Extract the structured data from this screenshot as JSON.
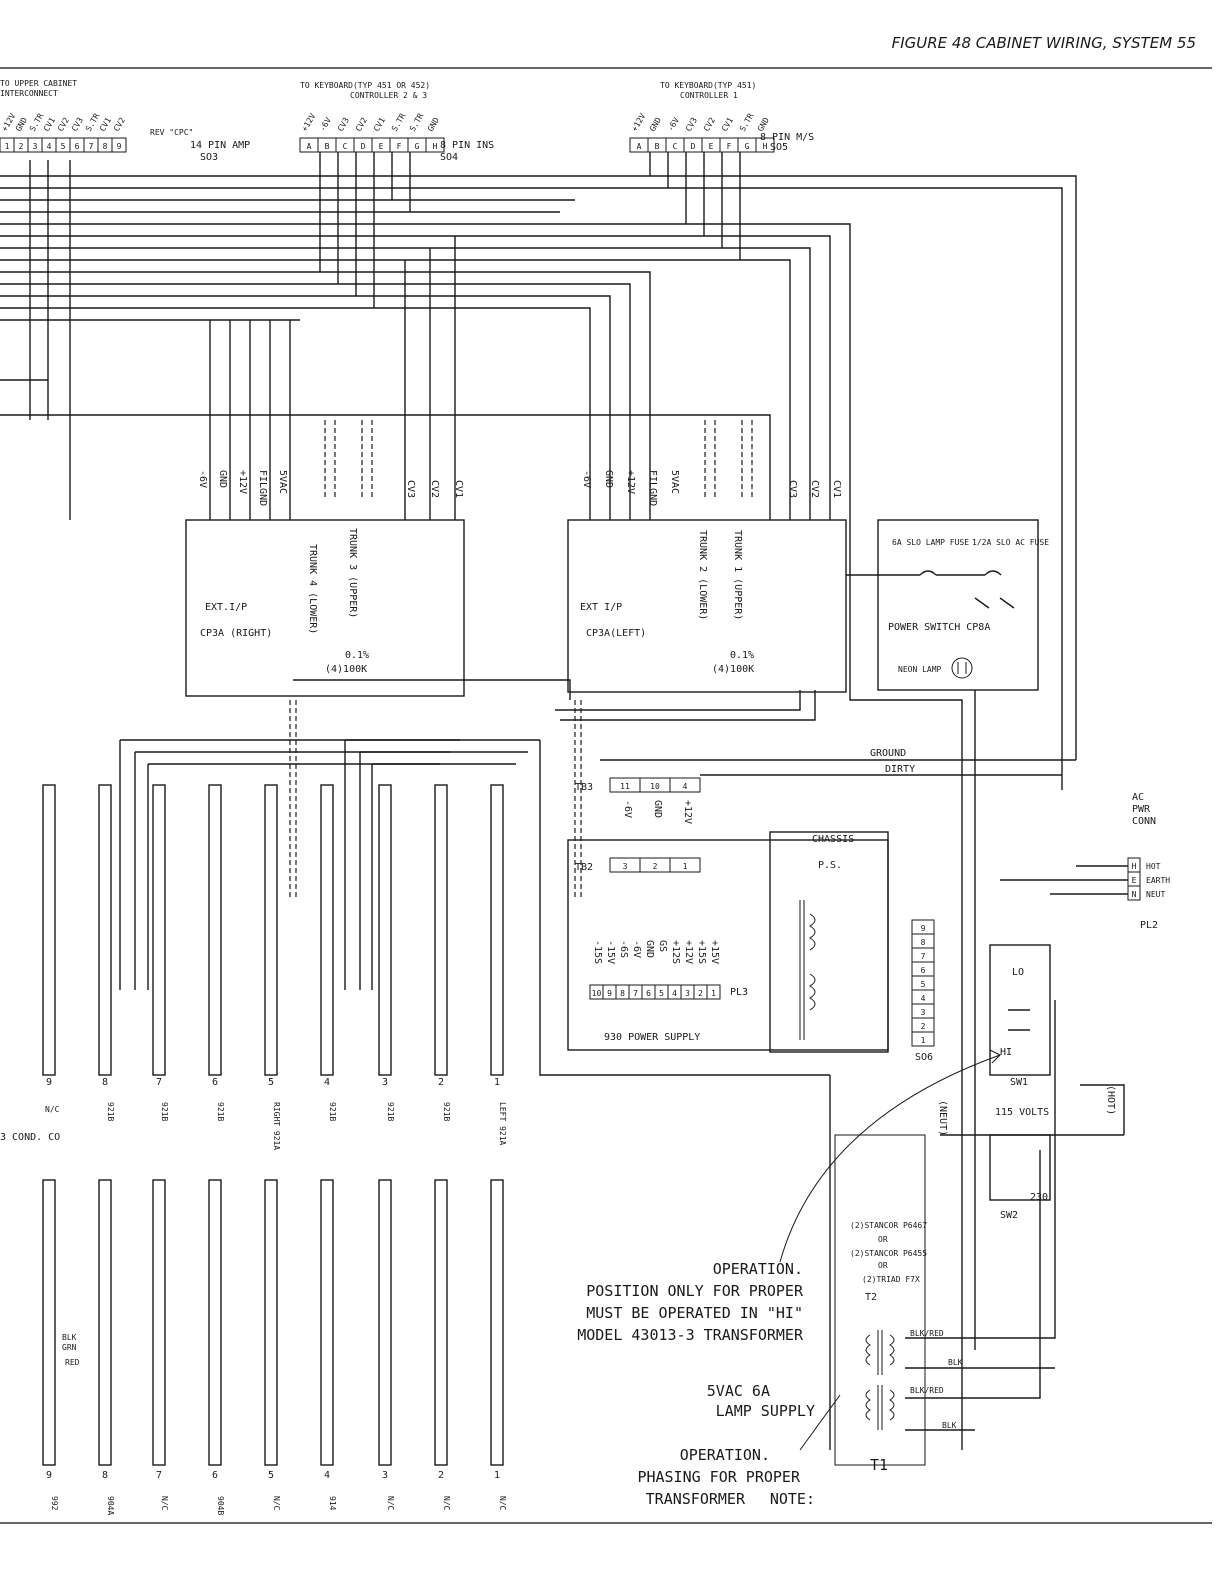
{
  "title": "FIGURE 48 CABINET WIRING, SYSTEM 55",
  "connectors": {
    "s05": {
      "name": "SO5",
      "desc": "8 PIN M/S",
      "group": "CONTROLLER 1",
      "sub": "TO KEYBOARD(TYP 451)",
      "pins": [
        "A",
        "B",
        "C",
        "D",
        "E",
        "F",
        "G",
        "H"
      ],
      "signals": [
        "+12V",
        "GND",
        "-6V",
        "CV3",
        "CV2",
        "CV1",
        "S.TR",
        "GND"
      ]
    },
    "s04": {
      "name": "SO4",
      "desc": "8 PIN INS",
      "group": "CONTROLLER 2 & 3",
      "sub": "TO KEYBOARD(TYP 451 OR 452)",
      "pins": [
        "A",
        "B",
        "C",
        "D",
        "E",
        "F",
        "G",
        "H"
      ],
      "signals": [
        "+12V",
        "-6V",
        "CV3",
        "CV2",
        "CV1",
        "S.TR",
        "S.TR",
        "GND"
      ]
    },
    "s03": {
      "name": "SO3",
      "desc": "14 PIN AMP",
      "rev": "REV \"CPC\"",
      "group": "INTERCONNECT",
      "sub": "TO UPPER CABINET",
      "pins": [
        "1",
        "2",
        "3",
        "4",
        "5",
        "6",
        "7",
        "8",
        "9"
      ],
      "signals": [
        "+12V",
        "GND",
        "S.TR",
        "CV1",
        "CV2",
        "CV3",
        "S.TR",
        "CV1",
        "CV2"
      ]
    }
  },
  "cp3a_left": {
    "name": "CP3A(LEFT)",
    "signals": [
      "-6V",
      "GND",
      "+12V",
      "FILGND",
      "5VAC"
    ],
    "trunks": [
      "TRUNK 1 (UPPER)",
      "TRUNK 2 (LOWER)"
    ],
    "cv": [
      "CV3",
      "CV2",
      "CV1"
    ],
    "ext": "EXT I/P",
    "res": "(4)100K",
    "tol": "0.1%"
  },
  "cp3a_right": {
    "name": "CP3A (RIGHT)",
    "signals": [
      "-6V",
      "GND",
      "+12V",
      "FILGND",
      "5VAC"
    ],
    "trunks": [
      "TRUNK 3 (UPPER)",
      "TRUNK 4 (LOWER)"
    ],
    "cv": [
      "CV3",
      "CV2",
      "CV1"
    ],
    "ext": "EXT.I/P",
    "res": "(4)100K",
    "tol": "0.1%"
  },
  "cp8a": {
    "name": "POWER SWITCH CP8A",
    "fuse_ac": "1/2A SLO AC FUSE",
    "fuse_lamp": "6A SLO LAMP FUSE",
    "neon": "NEON LAMP"
  },
  "tb3": {
    "name": "TB3",
    "pins": [
      "11",
      "10",
      "4"
    ],
    "signals": [
      "-6V",
      "GND",
      "+12V"
    ]
  },
  "tb2": {
    "name": "TB2",
    "pins": [
      "3",
      "2",
      "1"
    ],
    "chassis": "CHASSIS",
    "ps": "P.S."
  },
  "supply": {
    "name": "930 POWER SUPPLY",
    "plug": "PL3",
    "pins": [
      "1",
      "2",
      "3",
      "4",
      "5",
      "6",
      "7",
      "8",
      "9",
      "10"
    ],
    "signals": [
      "+15V",
      "+15S",
      "+12V",
      "+12S",
      "GS",
      "GND",
      "-6V",
      "-6S",
      "-15V",
      "-15S"
    ]
  },
  "ground": {
    "label1": "GROUND",
    "label2": "DIRTY"
  },
  "pl2": {
    "name": "PL2",
    "pins": [
      "H",
      "E",
      "N"
    ],
    "labels": [
      "HOT",
      "EARTH",
      "NEUT"
    ],
    "conn": [
      "AC",
      "PWR",
      "CONN"
    ]
  },
  "s06": {
    "name": "SO6",
    "pins": [
      "1",
      "2",
      "3",
      "4",
      "5",
      "6",
      "7",
      "8",
      "9"
    ]
  },
  "sw1": {
    "name": "SW1",
    "hi": "HI",
    "lo": "LO"
  },
  "sw2": {
    "name": "SW2",
    "volts": "115 VOLTS",
    "v230": "230",
    "hot": "(HOT)",
    "neut": "(NEUT)"
  },
  "transformers": {
    "t1": "T1",
    "t2": "T2",
    "t2_list": [
      "(2)TRIAD F7X",
      "OR",
      "(2)STANCOR P6455",
      "OR",
      "(2)STANCOR P6467"
    ],
    "leads": [
      "BLK/RED",
      "BLK",
      "BLK/RED",
      "BLK"
    ]
  },
  "notes": {
    "model": [
      "MODEL 43013-3 TRANSFORMER",
      "MUST BE OPERATED IN \"HI\"",
      "POSITION ONLY FOR PROPER",
      "OPERATION."
    ],
    "lamp": [
      "LAMP SUPPLY",
      "5VAC 6A"
    ],
    "phasing_head": "NOTE:",
    "phasing": [
      "TRANSFORMER",
      "PHASING FOR PROPER",
      "OPERATION."
    ]
  },
  "modules_upper": [
    "1",
    "2",
    "3",
    "4",
    "5",
    "6",
    "7",
    "8",
    "9"
  ],
  "module_types_upper": [
    "LEFT 921A",
    "921B",
    "921B",
    "921B",
    "RIGHT 921A",
    "921B",
    "921B",
    "921B"
  ],
  "modules_lower": [
    "1",
    "2",
    "3",
    "4",
    "5",
    "6",
    "7",
    "8",
    "9"
  ],
  "module_types_lower": [
    "N/C",
    "N/C",
    "N/C",
    "914",
    "N/C",
    "904B",
    "N/C",
    "904A",
    "992"
  ],
  "cond": "3 COND. CO",
  "nc": "N/C",
  "misc": {
    "red": "RED",
    "grn": "GRN",
    "blk": "BLK"
  }
}
